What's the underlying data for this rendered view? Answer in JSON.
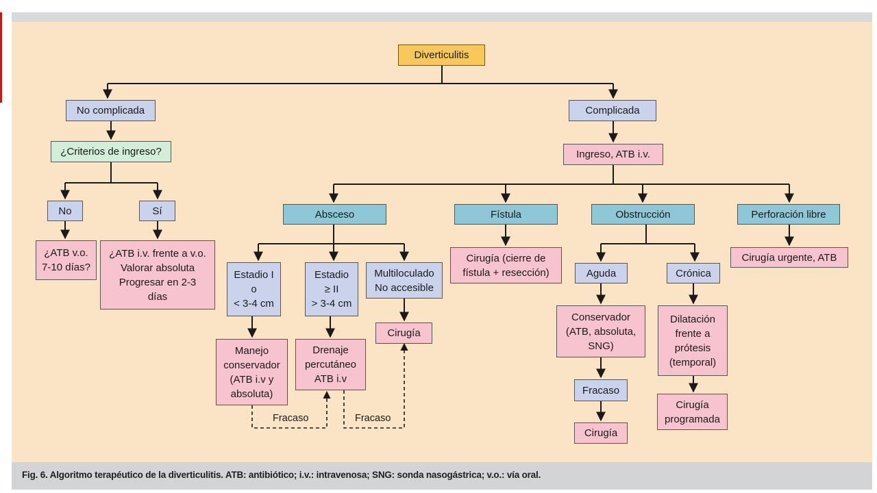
{
  "nodes": {
    "diverticulitis": "Diverticulitis",
    "no_complicada": "No complicada",
    "complicada": "Complicada",
    "criterios": "¿Criterios de ingreso?",
    "ingreso": "Ingreso, ATB i.v.",
    "no": "No",
    "si": "Sí",
    "atb_vo": "¿ATB v.o.\n7-10 días?",
    "atb_iv": "¿ATB i.v. frente a v.o.\nValorar absoluta\nProgresar en 2-3\ndías",
    "absceso": "Absceso",
    "fistula": "Fístula",
    "obstruccion": "Obstrucción",
    "perforacion": "Perforación libre",
    "estadio1": "Estadio I\no\n< 3-4 cm",
    "estadio2": "Estadio\n≥ II\n> 3-4 cm",
    "multiloculado": "Multiloculado\nNo accesible",
    "cirugia_fistula": "Cirugía (cierre de\nfístula + resección)",
    "cirugia_urgente": "Cirugía urgente, ATB",
    "aguda": "Aguda",
    "cronica": "Crónica",
    "manejo": "Manejo\nconservador\n(ATB i.v y\nabsoluta)",
    "drenaje": "Drenaje\npercutáneo\nATB i.v",
    "cirugia_multi": "Cirugía",
    "conservador": "Conservador\n(ATB, absoluta,\nSNG)",
    "dilatacion": "Dilatación\nfrente a\nprótesis\n(temporal)",
    "fracaso_box": "Fracaso",
    "cirugia_programada": "Cirugía\nprogramada",
    "cirugia_aguda": "Cirugía"
  },
  "edge_labels": {
    "fracaso_1": "Fracaso",
    "fracaso_2": "Fracaso"
  },
  "caption": "Fig. 6. Algoritmo terapéutico de la diverticulitis. ATB: antibiótico; i.v.: intravenosa; SNG: sonda nasogástrica; v.o.: vía oral.",
  "colors": {
    "panel": "#fbe3c6",
    "root": "#f8c85a",
    "blue": "#cbd3ec",
    "pink": "#f6c3cf",
    "green": "#d2eed9",
    "teal": "#8ec7d5"
  }
}
